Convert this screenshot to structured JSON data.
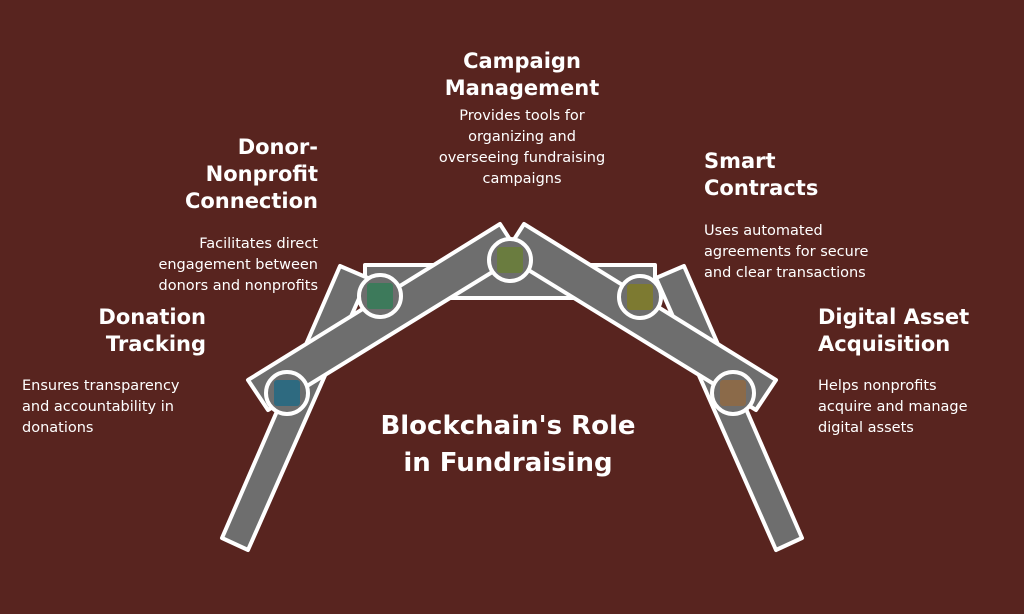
{
  "title": [
    "Blockchain's Role",
    "in Fundraising"
  ],
  "items": [
    {
      "title": [
        "Donation",
        "Tracking"
      ],
      "desc": [
        "Ensures transparency",
        "and accountability in",
        "donations"
      ],
      "color": "#2e6a80"
    },
    {
      "title": [
        "Donor-",
        "Nonprofit",
        "Connection"
      ],
      "desc": [
        "Facilitates direct",
        "engagement between",
        "donors and nonprofits"
      ],
      "color": "#3d7a5b"
    },
    {
      "title": [
        "Campaign",
        "Management"
      ],
      "desc": [
        "Provides tools for",
        "organizing and",
        "overseeing fundraising",
        "campaigns"
      ],
      "color": "#6a7c3f"
    },
    {
      "title": [
        "Smart",
        "Contracts"
      ],
      "desc": [
        "Uses automated",
        "agreements for secure",
        "and clear transactions"
      ],
      "color": "#7d7a31"
    },
    {
      "title": [
        "Digital Asset",
        "Acquisition"
      ],
      "desc": [
        "Helps nonprofits",
        "acquire and manage",
        "digital assets"
      ],
      "color": "#8b6a49"
    }
  ]
}
